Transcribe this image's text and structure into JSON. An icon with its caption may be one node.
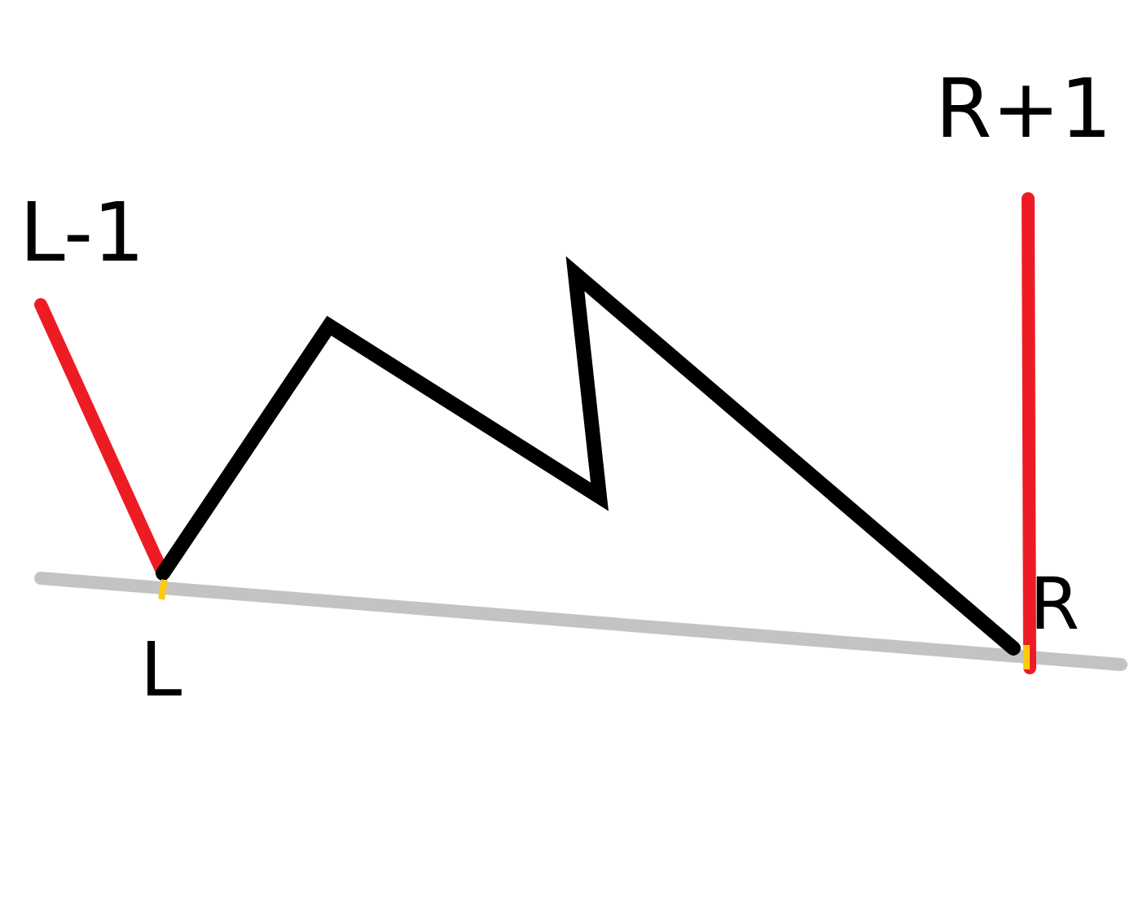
{
  "diagram": {
    "labels": [
      "R+1",
      "L-1",
      "L",
      "R"
    ]
  }
}
